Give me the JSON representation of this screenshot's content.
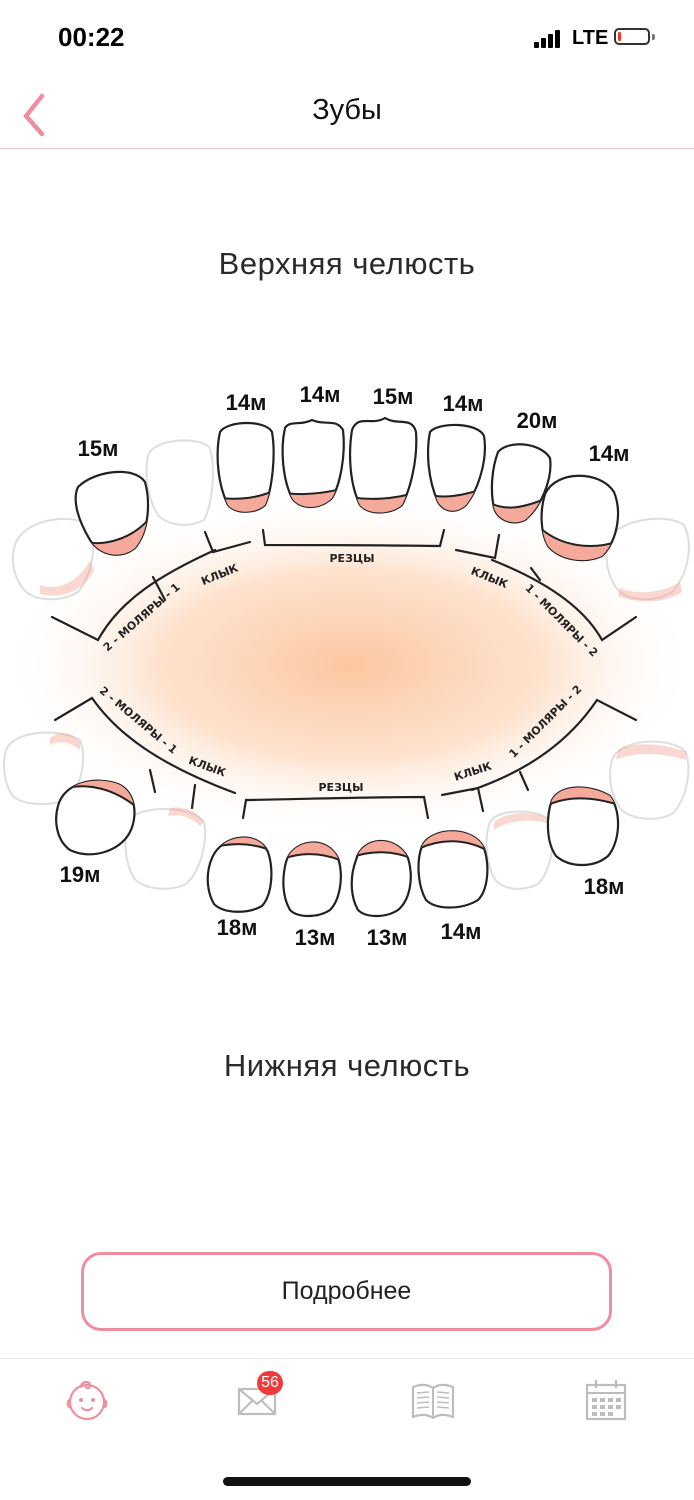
{
  "status_bar": {
    "time": "00:22",
    "network": "LTE"
  },
  "nav": {
    "title": "Зубы"
  },
  "upper_jaw": {
    "title": "Верхняя челюсть",
    "teeth": [
      "15м",
      "14м",
      "14м",
      "15м",
      "14м",
      "20м",
      "14м"
    ]
  },
  "lower_jaw": {
    "title": "Нижняя челюсть",
    "teeth": [
      "19м",
      "18м",
      "13м",
      "13м",
      "14м",
      "18м"
    ]
  },
  "groups": {
    "molars_upper_left": "2 - МОЛЯРЫ - 1",
    "molars_upper_right": "1 - МОЛЯРЫ - 2",
    "molars_lower_left": "2 - МОЛЯРЫ - 1",
    "molars_lower_right": "1 - МОЛЯРЫ - 2",
    "canine": "КЛЫК",
    "incisors": "РЕЗЦЫ"
  },
  "button": {
    "details": "Подробнее"
  },
  "tab_bar": {
    "messages_badge": "56"
  },
  "colors": {
    "accent": "#ee8fa0",
    "gum": "#f4a99a",
    "glow": "#fcc9a3"
  }
}
